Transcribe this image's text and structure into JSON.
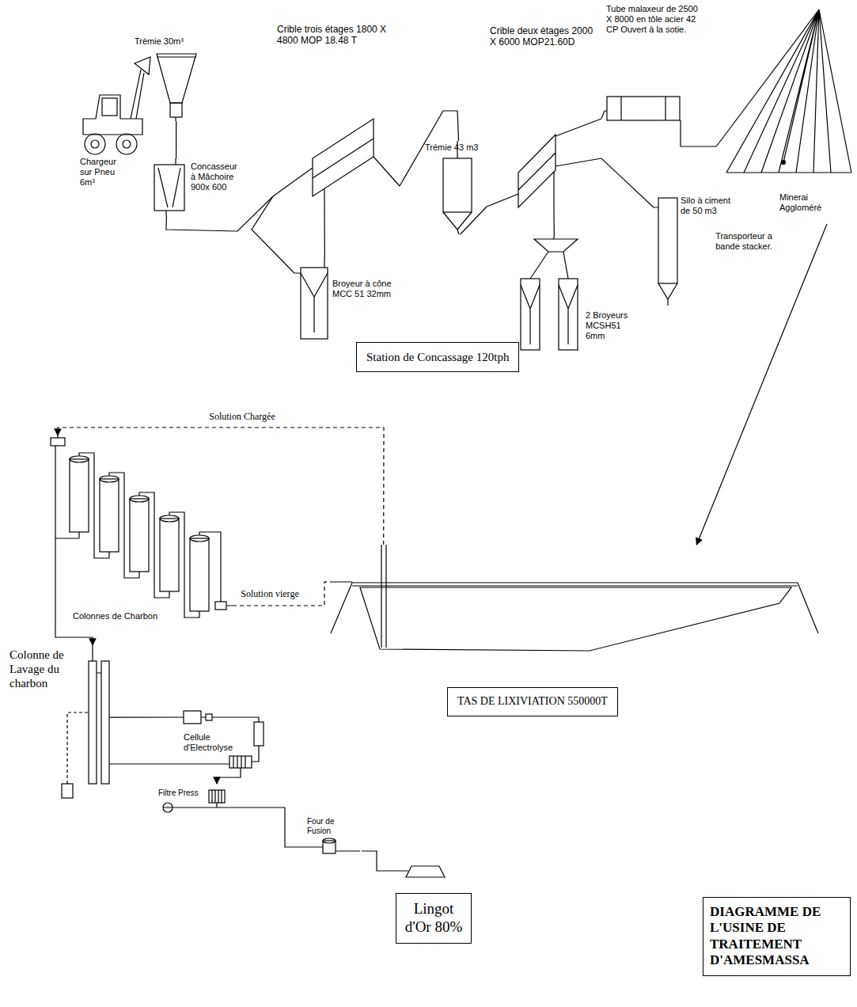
{
  "diagram": {
    "title": "DIAGRAMME DE L'USINE DE TRAITEMENT D'AMESMASSA",
    "nodes": [
      {
        "text": [
          "Chargeur sur Pneu 6m³"
        ]
      },
      {
        "text": [
          "Trémie 30m³"
        ]
      },
      {
        "text": [
          "Concasseur à Mâchoire 900x 600"
        ]
      },
      {
        "text": [
          "Crible trois étages 1800 X 4800 MOP 18.48 T"
        ]
      },
      {
        "text": [
          "Broyeur à cône MCC 51 32mm"
        ]
      },
      {
        "text": [
          "Trémie 43 m3"
        ]
      },
      {
        "text": [
          "Crible deux étages 2000 X 6000 MOP21.60D"
        ]
      },
      {
        "text": [
          "2 Broyeurs MCSH51 6mm"
        ]
      },
      {
        "text": [
          "Station de Concassage 120tph"
        ]
      },
      {
        "text": [
          "Tube malaxeur de 2500 X 8000 en tôle acier 42 CP Ouvert à la sotie."
        ]
      },
      {
        "text": [
          "Silo à ciment de 50 m3"
        ]
      },
      {
        "text": [
          "Minerai Aggloméré"
        ]
      },
      {
        "text": [
          "Colonnes de Charbon"
        ]
      },
      {
        "text": [
          "TAS DE LIXIVIATION 550000T"
        ]
      },
      {
        "text": [
          "Colonne de Lavage du charbon"
        ]
      },
      {
        "text": [
          "Cellule d'Electrolyse"
        ]
      },
      {
        "text": [
          "Filtre Press"
        ]
      },
      {
        "text": [
          "Four de Fusion"
        ]
      },
      {
        "text": [
          "Lingot d'Or 80%"
        ]
      }
    ],
    "edges": [
      {
        "from": 1,
        "to": 2,
        "arrow": "none"
      },
      {
        "from": 2,
        "to": 3,
        "arrow": "none"
      },
      {
        "from": 3,
        "to": 4,
        "arrow": "none"
      },
      {
        "from": 4,
        "to": 3,
        "arrow": "none"
      },
      {
        "from": 3,
        "to": 5,
        "arrow": "none"
      },
      {
        "from": 5,
        "to": 6,
        "arrow": "none"
      },
      {
        "from": 6,
        "to": 7,
        "arrow": "none"
      },
      {
        "from": 6,
        "to": 9,
        "arrow": "none"
      },
      {
        "from": 6,
        "to": 10,
        "arrow": "none"
      },
      {
        "from": 9,
        "to": 11,
        "arrow": "none"
      },
      {
        "from": 11,
        "to": 13,
        "arrow": "to"
      },
      {
        "from": 13,
        "to": 12,
        "label": "Solution Chargée",
        "arrow": "to"
      },
      {
        "from": 12,
        "to": 13,
        "label": "Solution vierge",
        "arrow": "none"
      },
      {
        "from": 12,
        "to": 14,
        "arrow": "to"
      },
      {
        "from": 14,
        "to": 15,
        "arrow": "none"
      },
      {
        "from": 15,
        "to": 14,
        "arrow": "none"
      },
      {
        "from": 15,
        "to": 16,
        "arrow": "to"
      },
      {
        "from": 16,
        "to": 17,
        "arrow": "none"
      },
      {
        "from": 17,
        "to": 18,
        "arrow": "none"
      }
    ],
    "labels": [
      "Transporteur a bande stacker."
    ]
  }
}
